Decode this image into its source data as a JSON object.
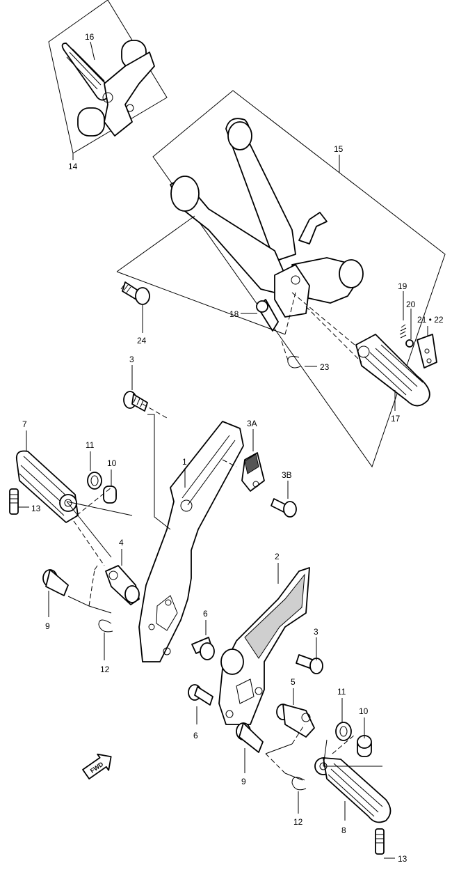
{
  "labels": {
    "p1": "1",
    "p2": "2",
    "p3_top": "3",
    "p3_right": "3",
    "p3a": "3A",
    "p3b": "3B",
    "p4": "4",
    "p5": "5",
    "p6_a": "6",
    "p6_b": "6",
    "p7": "7",
    "p8": "8",
    "p9_a": "9",
    "p9_b": "9",
    "p10_a": "10",
    "p10_b": "10",
    "p11_a": "11",
    "p11_b": "11",
    "p12_a": "12",
    "p12_b": "12",
    "p13_a": "13",
    "p13_b": "13",
    "p14": "14",
    "p15": "15",
    "p16": "16",
    "p17": "17",
    "p18": "18",
    "p19": "19",
    "p20": "20",
    "p21_22": "21 • 22",
    "p23": "23",
    "p24": "24"
  },
  "fwd_arrow": {
    "text": "FWD"
  }
}
